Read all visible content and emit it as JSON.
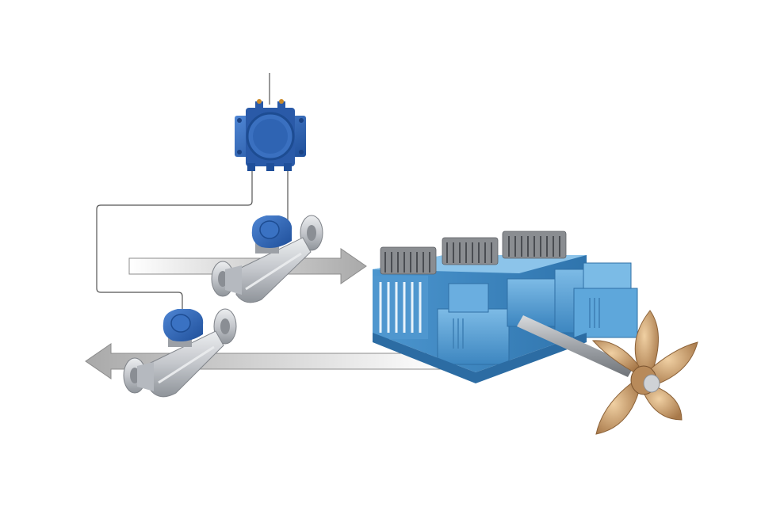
{
  "diagram": {
    "components": [
      {
        "id": "transmitter",
        "kind": "junction-box",
        "icon": "transmitter-housing-icon"
      },
      {
        "id": "supply-meter",
        "kind": "coriolis-flow-meter",
        "icon": "flow-meter-icon"
      },
      {
        "id": "return-meter",
        "kind": "coriolis-flow-meter",
        "icon": "flow-meter-icon"
      },
      {
        "id": "engine",
        "kind": "marine-diesel-engine",
        "icon": "engine-icon"
      },
      {
        "id": "propeller",
        "kind": "ship-propeller",
        "icon": "propeller-icon"
      }
    ],
    "flows": [
      {
        "from": "supply-meter",
        "to": "engine",
        "direction": "right",
        "label": ""
      },
      {
        "from": "engine",
        "to": "return-meter",
        "direction": "left",
        "label": ""
      }
    ],
    "colors": {
      "device_blue": "#2d63b8",
      "engine_blue": "#5aa4d6",
      "meter_steel": "#c9ccd1",
      "arrow_gray": "#b9b9b9",
      "bronze": "#c9a070",
      "wire": "#555555"
    }
  }
}
